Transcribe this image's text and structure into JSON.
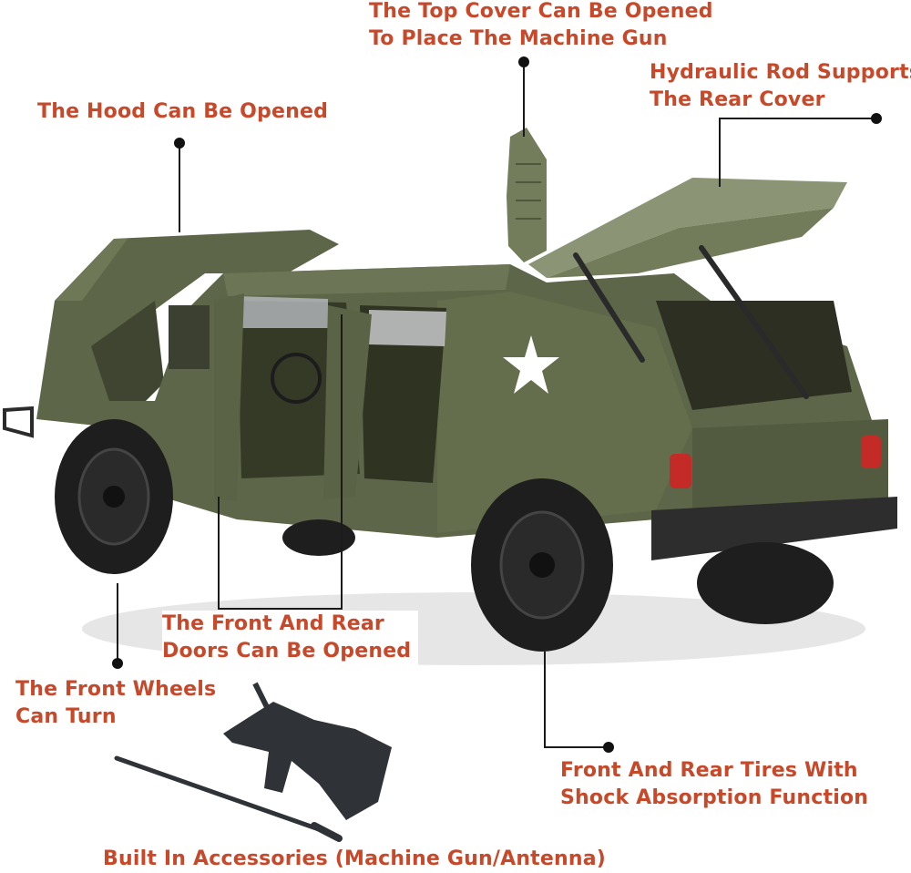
{
  "callouts": {
    "top_cover": [
      "The Top Cover Can Be Opened",
      "To Place The Machine Gun"
    ],
    "hydraulic": [
      "Hydraulic Rod Supports",
      "The Rear Cover"
    ],
    "hood": [
      "The Hood Can Be Opened"
    ],
    "doors": [
      "The Front And Rear",
      "Doors Can Be Opened"
    ],
    "front_wheels": [
      "The Front Wheels",
      "Can Turn"
    ],
    "tires": [
      "Front And Rear Tires With",
      "Shock Absorption Function"
    ],
    "accessories": [
      "Built In Accessories (Machine Gun/Antenna)"
    ]
  },
  "vehicle": {
    "body_color": "#5d6648",
    "body_dark": "#474e36",
    "tire_color": "#1e1e1e",
    "light_color": "#c42a26",
    "star_color": "#ffffff"
  },
  "text_color": "#c8482a"
}
